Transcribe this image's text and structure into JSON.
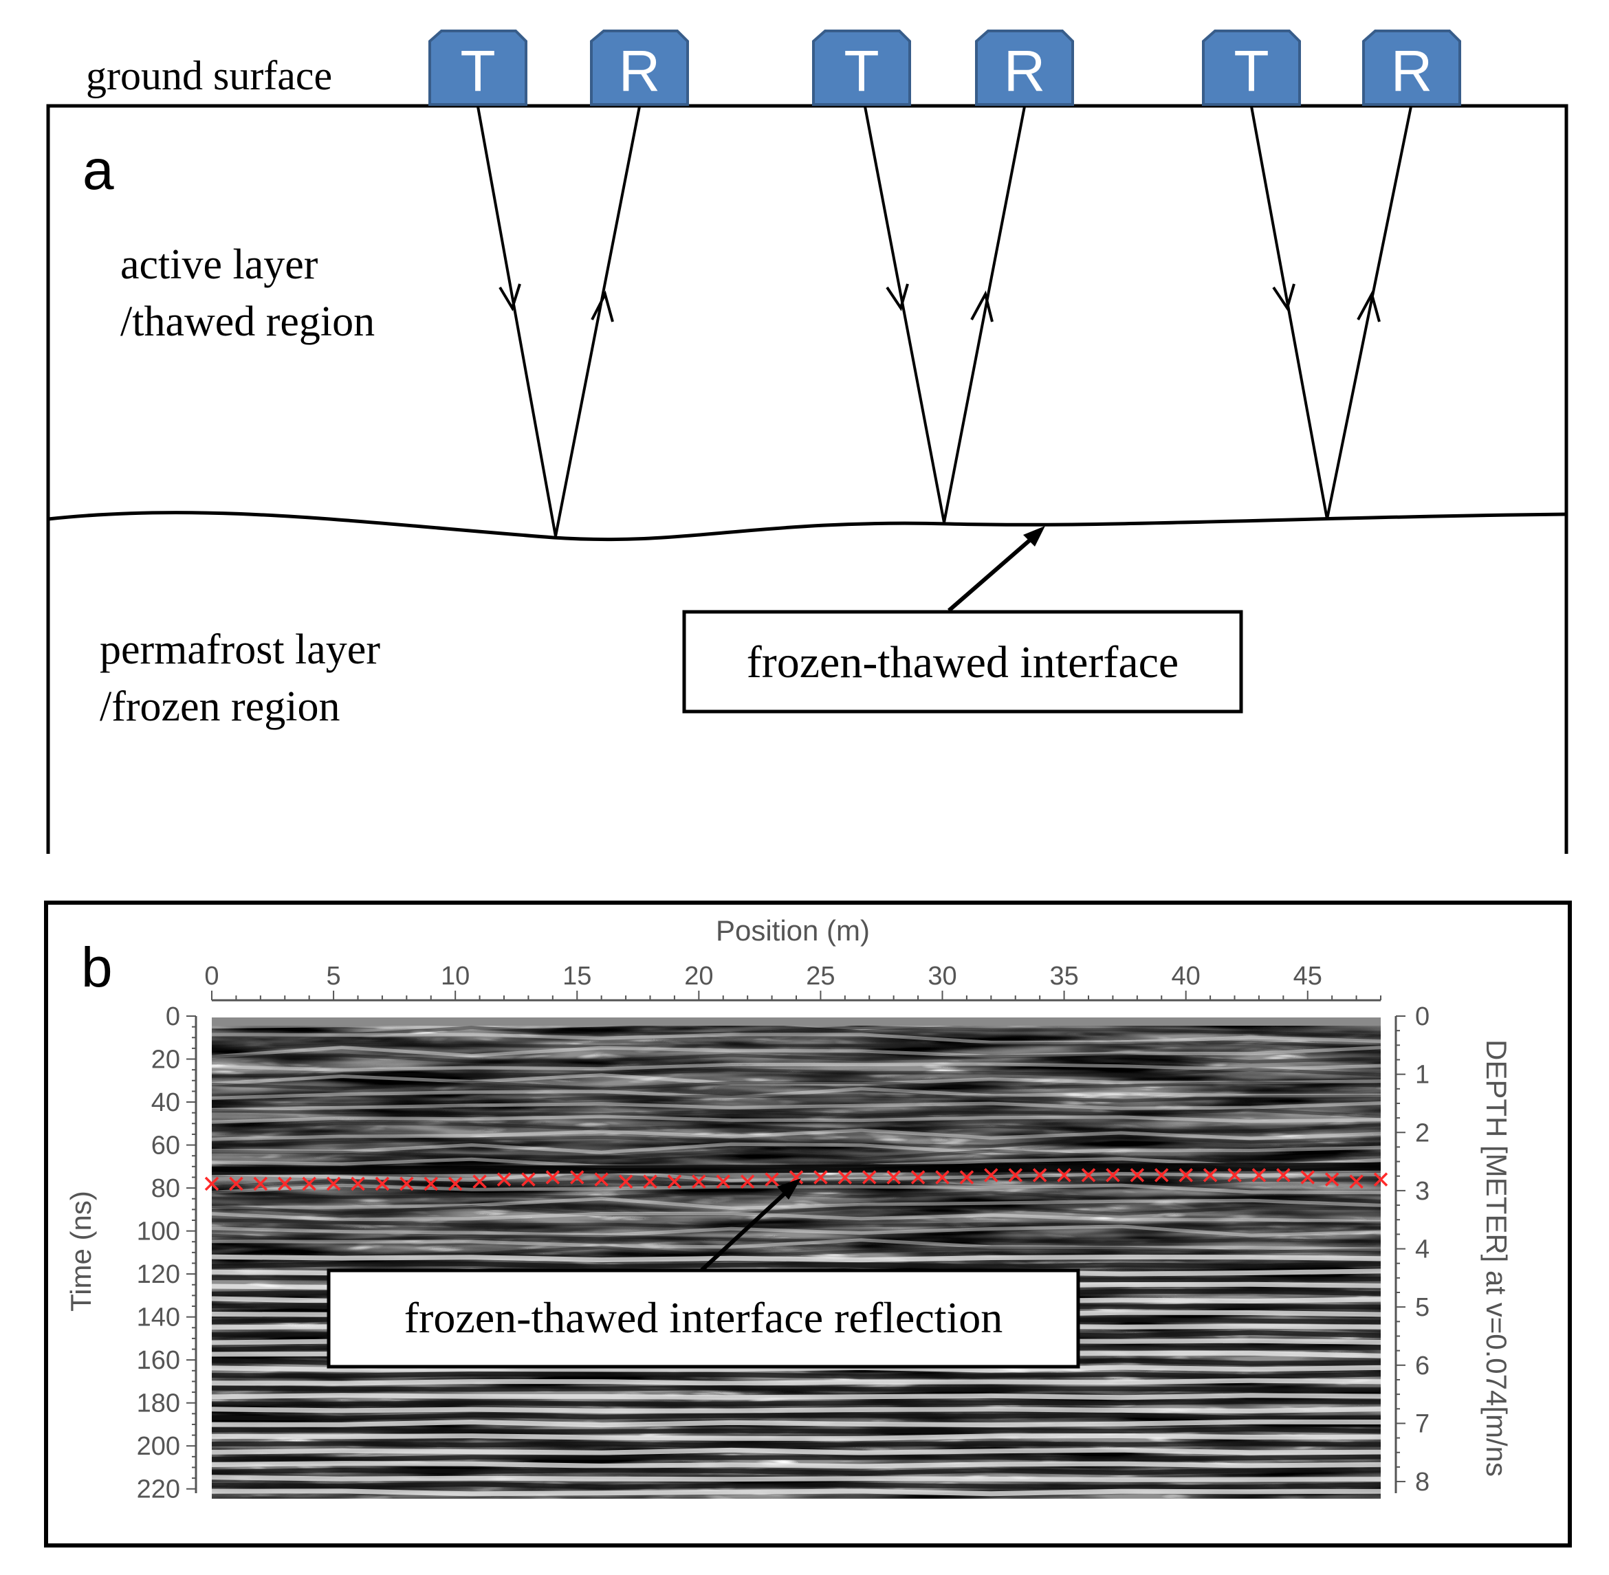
{
  "panel_a": {
    "letter": "a",
    "ground_surface": "ground surface",
    "antenna_pairs": [
      {
        "transmitter": "T",
        "receiver": "R"
      },
      {
        "transmitter": "T",
        "receiver": "R"
      },
      {
        "transmitter": "T",
        "receiver": "R"
      }
    ],
    "active_layer_line1": "active layer",
    "active_layer_line2": "/thawed region",
    "permafrost_line1": "permafrost layer",
    "permafrost_line2": "/frozen region",
    "interface_label": "frozen-thawed interface",
    "colors": {
      "antenna_fill": "#4f81bd",
      "antenna_stroke": "#385d8a",
      "antenna_text": "#ffffff",
      "line": "#000000"
    }
  },
  "panel_b": {
    "letter": "b",
    "annotation": "frozen-thawed interface reflection",
    "pick_color": "#ff2a2a",
    "axis_color": "#555555",
    "chart_data": {
      "type": "heatmap",
      "xlabel": "Position (m)",
      "ylabel": "Time (ns)",
      "y2label": "DEPTH [METER] at v=0.074[m/ns",
      "x_ticks": [
        "0",
        "5",
        "10",
        "15",
        "20",
        "25",
        "30",
        "35",
        "40",
        "45"
      ],
      "y_ticks": [
        "0",
        "20",
        "40",
        "60",
        "80",
        "100",
        "120",
        "140",
        "160",
        "180",
        "200",
        "220"
      ],
      "y2_ticks": [
        "0",
        "1",
        "2",
        "3",
        "4",
        "5",
        "6",
        "7",
        "8"
      ],
      "xlim": [
        0,
        48
      ],
      "ylim": [
        0,
        222
      ],
      "y2lim": [
        0,
        8.2
      ],
      "interface_picks": {
        "x": [
          0,
          1,
          2,
          3,
          4,
          5,
          6,
          7,
          8,
          9,
          10,
          11,
          12,
          13,
          14,
          15,
          16,
          17,
          18,
          19,
          20,
          21,
          22,
          23,
          24,
          25,
          26,
          27,
          28,
          29,
          30,
          31,
          32,
          33,
          34,
          35,
          36,
          37,
          38,
          39,
          40,
          41,
          42,
          43,
          44,
          45,
          46,
          47,
          48
        ],
        "y": [
          78,
          78,
          78,
          78,
          78,
          78,
          78,
          78,
          78,
          78,
          78,
          77,
          76,
          76,
          75,
          75,
          76,
          77,
          77,
          77,
          77,
          77,
          77,
          76,
          75,
          75,
          75,
          75,
          75,
          75,
          75,
          75,
          74,
          74,
          74,
          74,
          74,
          74,
          74,
          74,
          74,
          74,
          74,
          74,
          74,
          75,
          76,
          77,
          76
        ]
      }
    }
  }
}
